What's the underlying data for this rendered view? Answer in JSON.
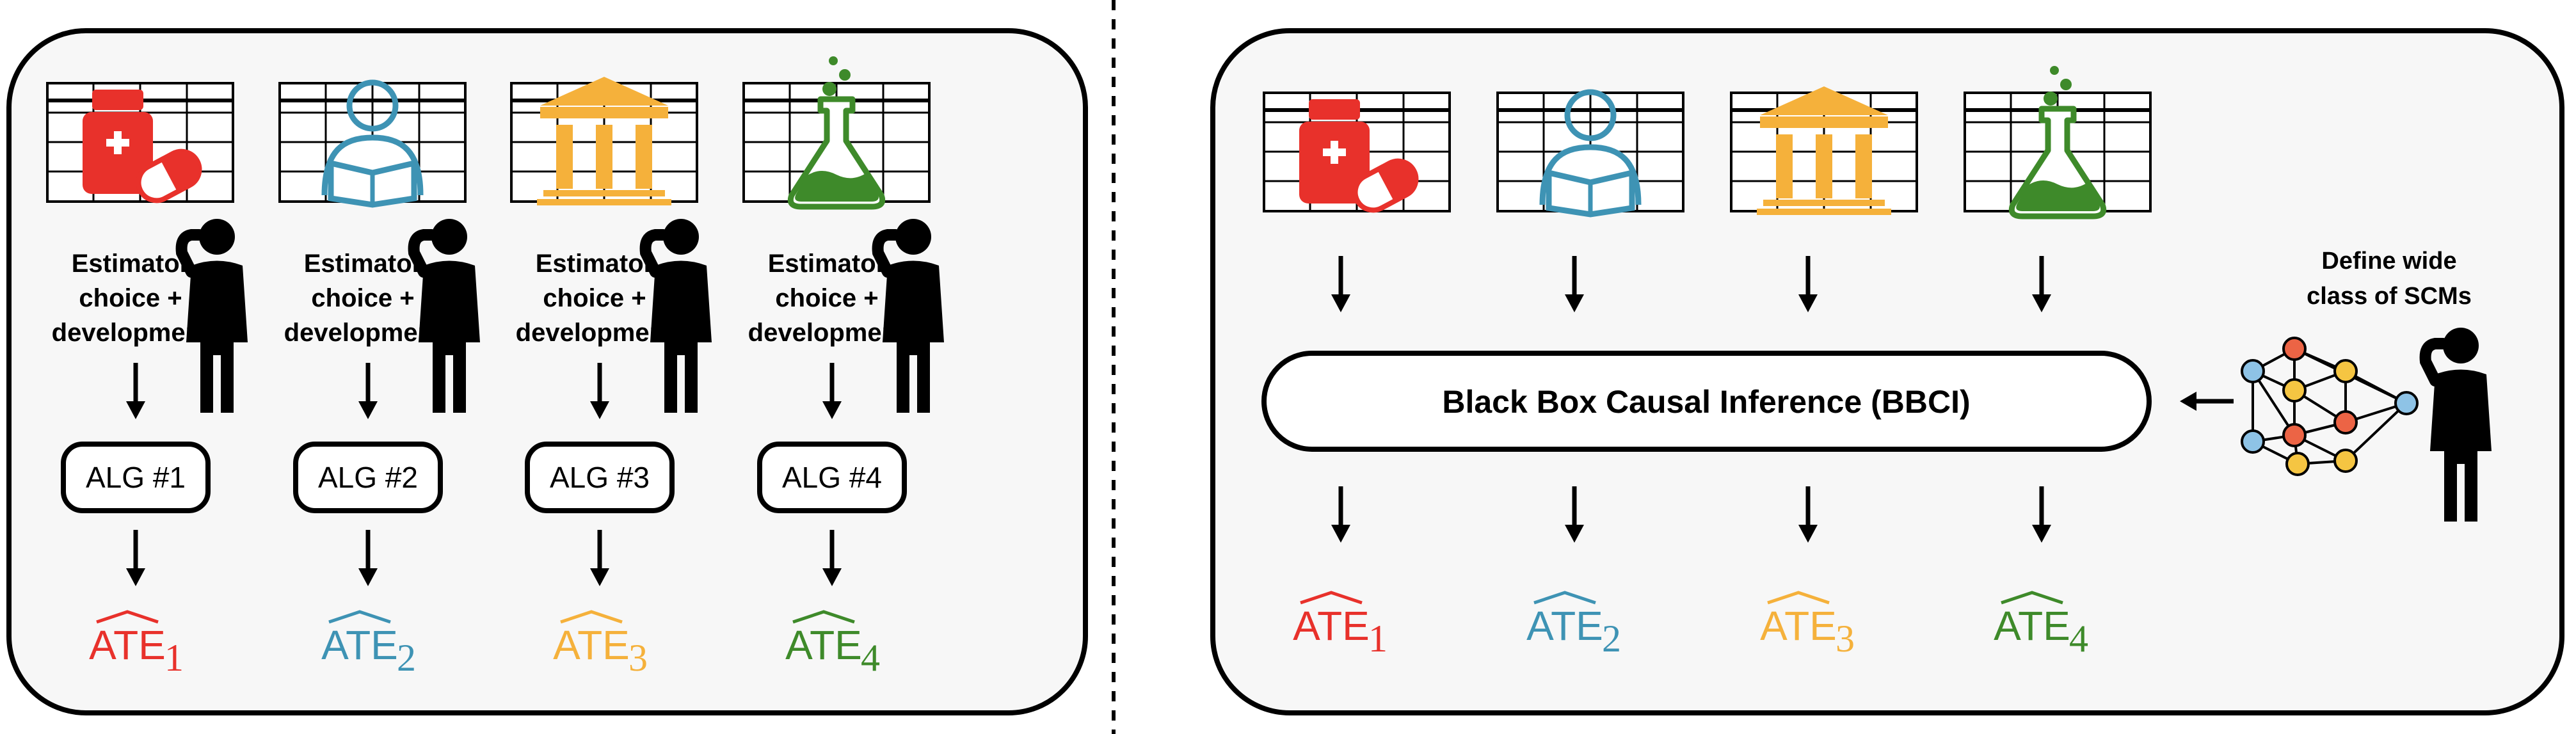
{
  "left_panel": {
    "pipelines": [
      {
        "estimator_lines": [
          "Estimator",
          "choice +",
          "development"
        ],
        "alg_label": "ALG #1",
        "ate_label": "ATE",
        "ate_subscript": "1",
        "color": "#e8312b",
        "icon": "medicine-icon"
      },
      {
        "estimator_lines": [
          "Estimator",
          "choice +",
          "development"
        ],
        "alg_label": "ALG #2",
        "ate_label": "ATE",
        "ate_subscript": "2",
        "color": "#3e93b4",
        "icon": "student-reading-icon"
      },
      {
        "estimator_lines": [
          "Estimator",
          "choice +",
          "development"
        ],
        "alg_label": "ALG #3",
        "ate_label": "ATE",
        "ate_subscript": "3",
        "color": "#f5b13b",
        "icon": "institution-icon"
      },
      {
        "estimator_lines": [
          "Estimator",
          "choice +",
          "development"
        ],
        "alg_label": "ALG #4",
        "ate_label": "ATE",
        "ate_subscript": "4",
        "color": "#3e8a2a",
        "icon": "flask-icon"
      }
    ]
  },
  "right_panel": {
    "bbci_label": "Black Box Causal Inference (BBCI)",
    "scm_lines": [
      "Define wide",
      "class of SCMs"
    ],
    "outputs": [
      {
        "ate_label": "ATE",
        "ate_subscript": "1",
        "color": "#e8312b",
        "icon": "medicine-icon"
      },
      {
        "ate_label": "ATE",
        "ate_subscript": "2",
        "color": "#3e93b4",
        "icon": "student-reading-icon"
      },
      {
        "ate_label": "ATE",
        "ate_subscript": "3",
        "color": "#f5b13b",
        "icon": "institution-icon"
      },
      {
        "ate_label": "ATE",
        "ate_subscript": "4",
        "color": "#3e8a2a",
        "icon": "flask-icon"
      }
    ]
  },
  "colors": {
    "panel_fill": "#f7f7f7",
    "stroke": "#000000",
    "node_red": "#ec6445",
    "node_yellow": "#f5c542",
    "node_blue": "#8ec3e6"
  }
}
